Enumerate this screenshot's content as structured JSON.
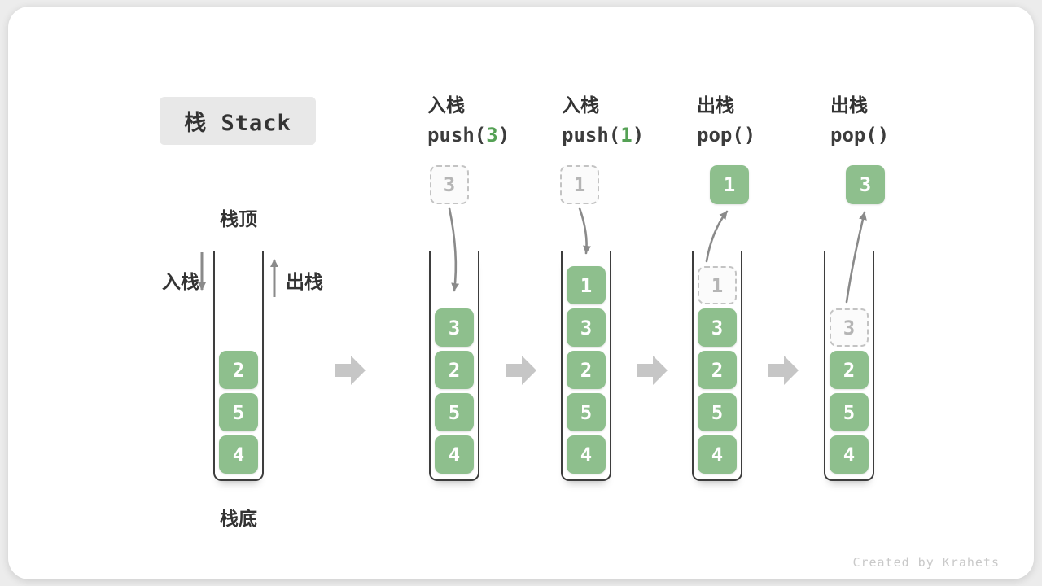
{
  "title": "栈 Stack",
  "legend": {
    "stack_top": "栈顶",
    "stack_bottom": "栈底",
    "push_label": "入栈",
    "pop_label": "出栈"
  },
  "operations": [
    {
      "name": "入栈",
      "fn": "push(",
      "arg": "3",
      "close": ")"
    },
    {
      "name": "入栈",
      "fn": "push(",
      "arg": "1",
      "close": ")"
    },
    {
      "name": "出栈",
      "fn": "pop(",
      "arg": "",
      "close": ")"
    },
    {
      "name": "出栈",
      "fn": "pop(",
      "arg": "",
      "close": ")"
    }
  ],
  "floating": [
    {
      "value": "3",
      "style": "dashed"
    },
    {
      "value": "1",
      "style": "dashed"
    },
    {
      "value": "1",
      "style": "solid"
    },
    {
      "value": "3",
      "style": "solid"
    }
  ],
  "stacks": [
    {
      "items": [
        {
          "v": "2",
          "s": "solid"
        },
        {
          "v": "5",
          "s": "solid"
        },
        {
          "v": "4",
          "s": "solid"
        }
      ]
    },
    {
      "items": [
        {
          "v": "3",
          "s": "solid"
        },
        {
          "v": "2",
          "s": "solid"
        },
        {
          "v": "5",
          "s": "solid"
        },
        {
          "v": "4",
          "s": "solid"
        }
      ]
    },
    {
      "items": [
        {
          "v": "1",
          "s": "solid"
        },
        {
          "v": "3",
          "s": "solid"
        },
        {
          "v": "2",
          "s": "solid"
        },
        {
          "v": "5",
          "s": "solid"
        },
        {
          "v": "4",
          "s": "solid"
        }
      ]
    },
    {
      "items": [
        {
          "v": "1",
          "s": "ghost"
        },
        {
          "v": "3",
          "s": "solid"
        },
        {
          "v": "2",
          "s": "solid"
        },
        {
          "v": "5",
          "s": "solid"
        },
        {
          "v": "4",
          "s": "solid"
        }
      ]
    },
    {
      "items": [
        {
          "v": "3",
          "s": "ghost"
        },
        {
          "v": "2",
          "s": "solid"
        },
        {
          "v": "5",
          "s": "solid"
        },
        {
          "v": "4",
          "s": "solid"
        }
      ]
    }
  ],
  "watermark": "Created by Krahets",
  "colors": {
    "green": "#8ebf8d",
    "accent_digit": "#55a155",
    "arrow": "#8a8a8a",
    "block_arrow": "#c6c6c6",
    "title_bg": "#e8e8e8",
    "stack_border": "#3d3d3d",
    "ghost_border": "#c3c3c3"
  }
}
